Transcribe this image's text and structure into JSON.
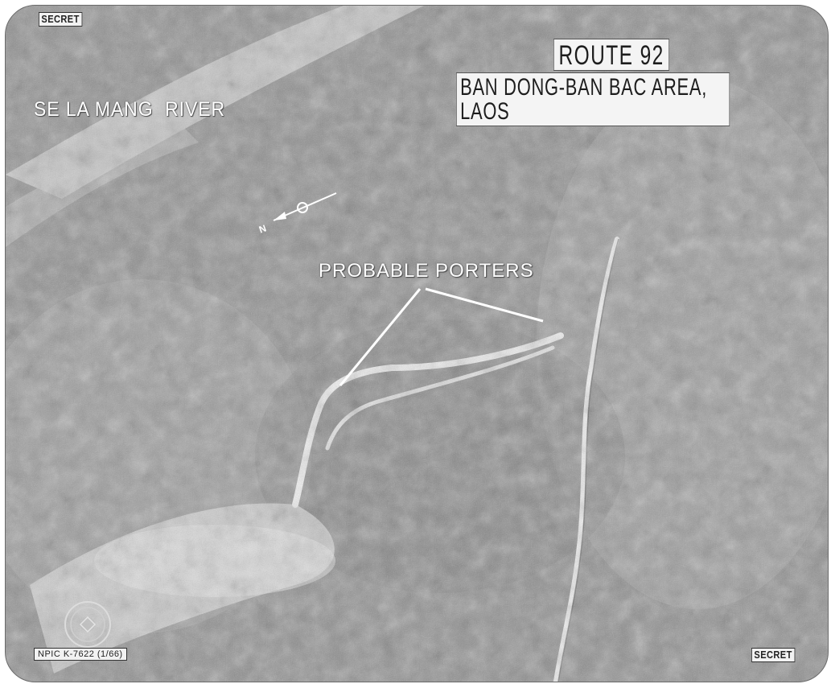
{
  "classification": {
    "top": "SECRET",
    "bottom": "SECRET"
  },
  "title": {
    "route": "ROUTE 92",
    "area": "BAN DONG-BAN BAC AREA, LAOS"
  },
  "labels": {
    "river": "SE LA MANG  RIVER",
    "porters": "PROBABLE PORTERS",
    "north": "N"
  },
  "footer": {
    "npic": "NPIC K-7622 (1/66)"
  },
  "icons": {
    "north_arrow": "north-arrow-icon",
    "seal": "agency-seal-icon"
  },
  "colors": {
    "photo_base": "#8c8c8c",
    "label_text": "#ffffff",
    "box_fill": "#f4f4f4"
  }
}
